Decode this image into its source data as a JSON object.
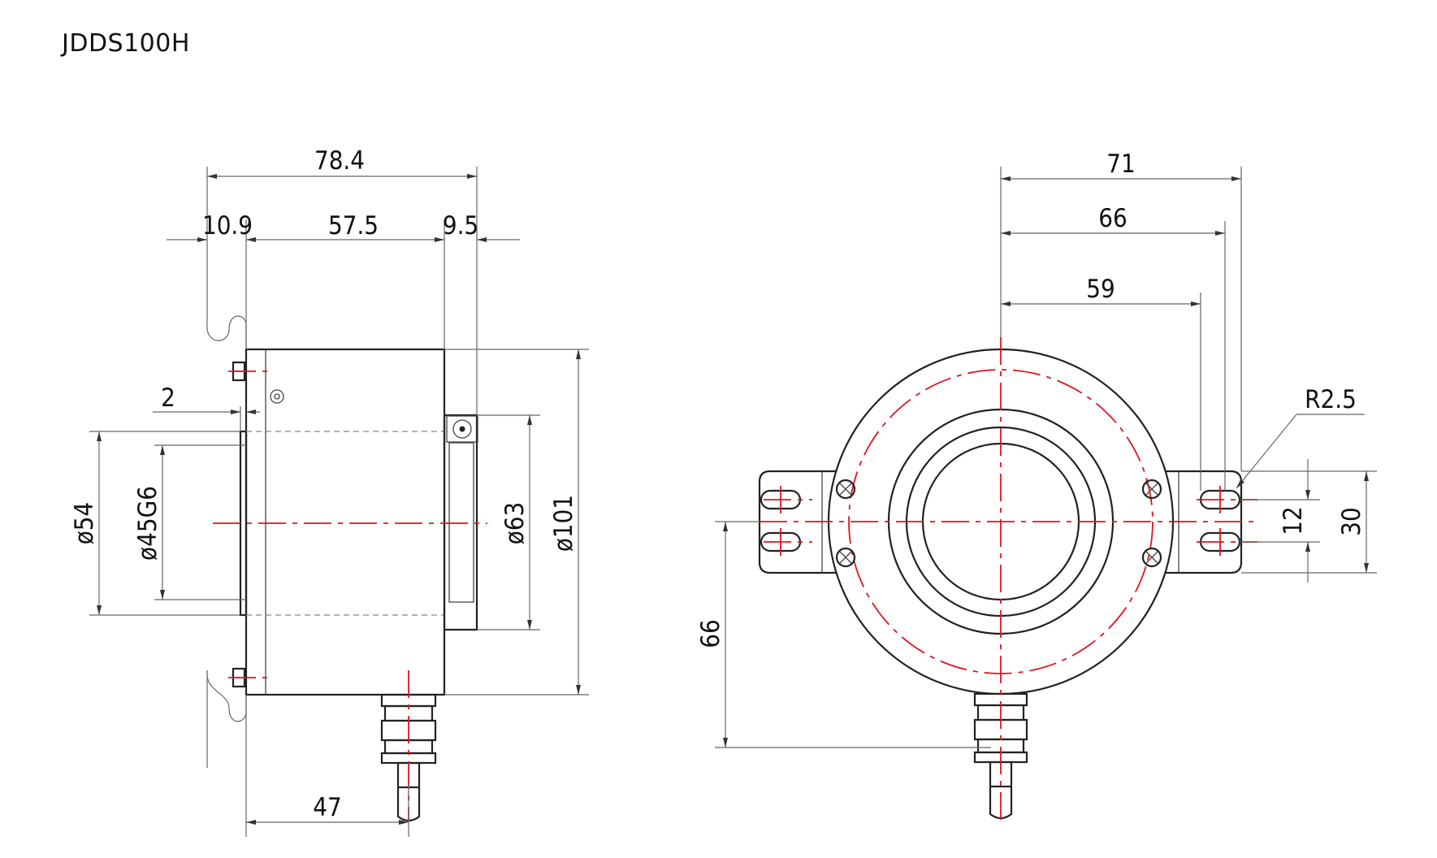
{
  "title": "JDDS100H",
  "side_view": {
    "overall_length": "78.4",
    "flange_depth": "10.9",
    "body_length": "57.5",
    "rear_collar": "9.5",
    "step": "2",
    "diameter_54": "ø54",
    "bore_fit": "ø45G6",
    "collar_diameter": "ø63",
    "body_diameter": "ø101",
    "cable_offset": "47"
  },
  "front_view": {
    "bracket_outer": "71",
    "slot_outer": "66",
    "slot_inner": "59",
    "slot_radius": "R2.5",
    "slot_pitch": "12",
    "bracket_height": "30",
    "center_height": "66"
  }
}
